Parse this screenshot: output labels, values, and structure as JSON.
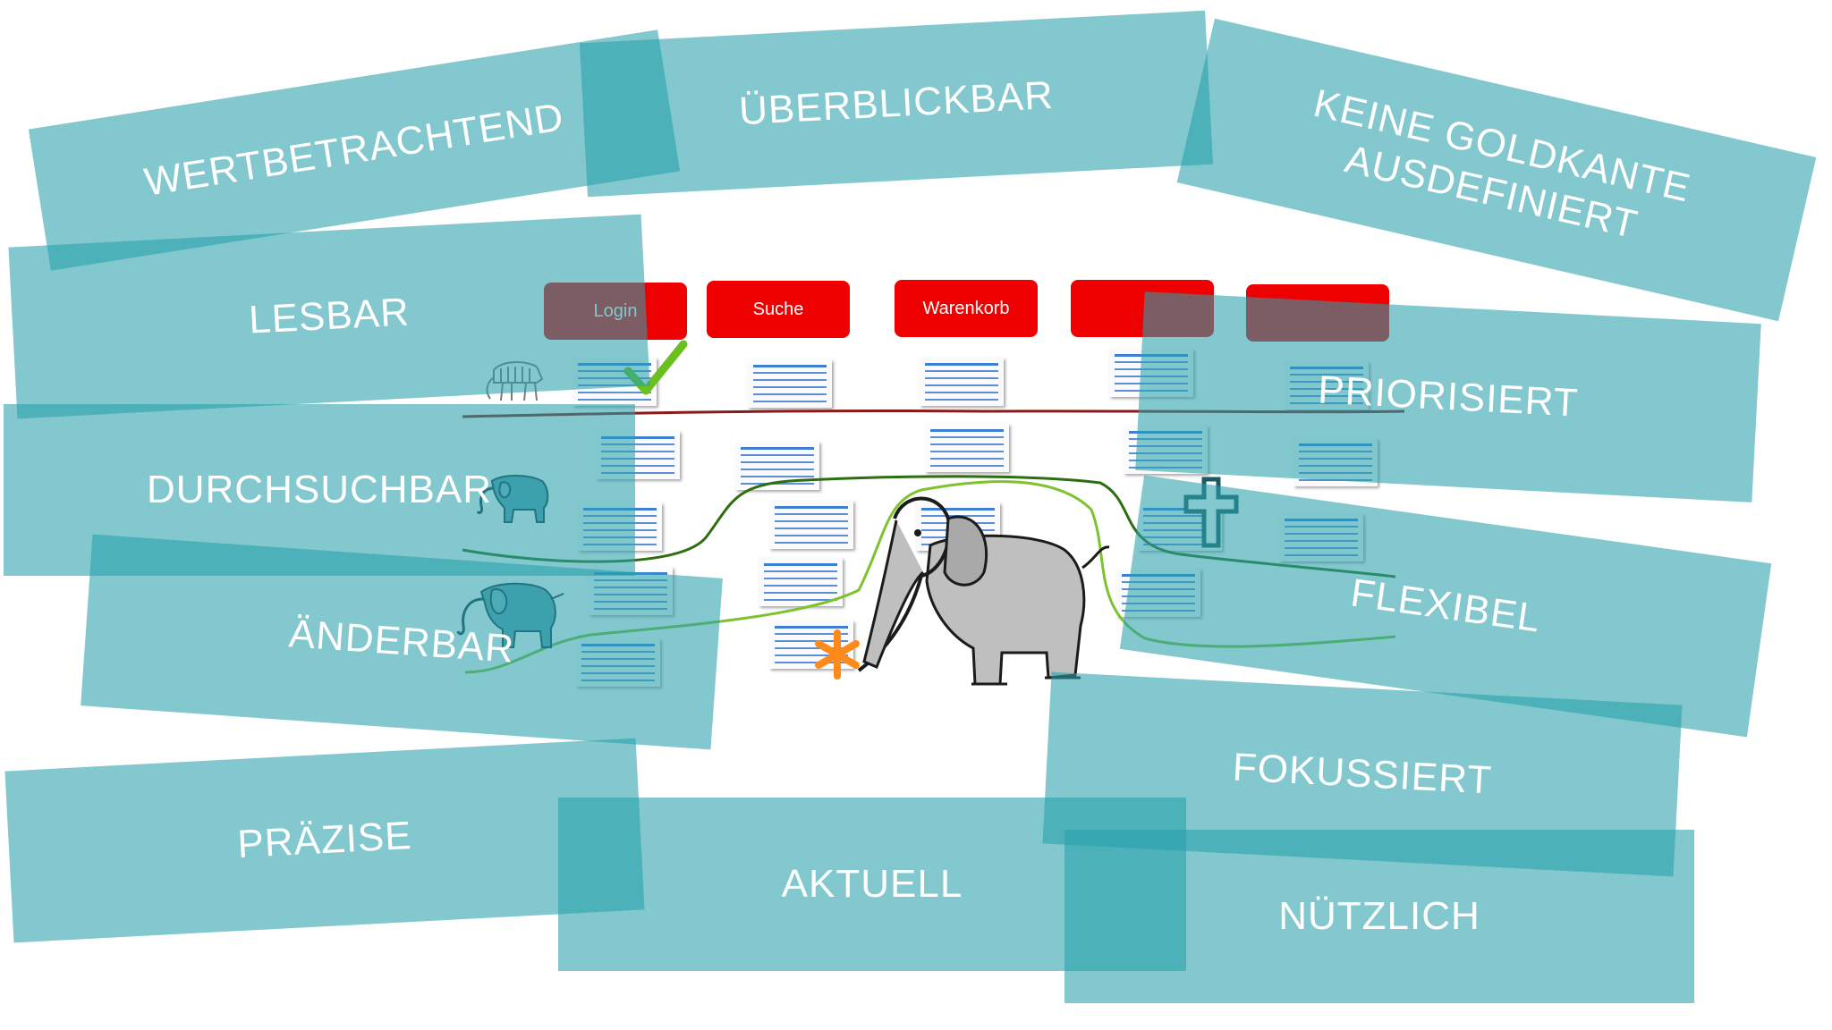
{
  "board": {
    "headers": [
      "Login",
      "Suche",
      "Warenkorb",
      "",
      ""
    ],
    "header_color": "#ee0000",
    "card_color": "#28a0aa"
  },
  "qualities": [
    "WERTBETRACHTEND",
    "ÜBERBLICKBAR",
    "KEINE GOLDKANTE\nAUSDEFINIERT",
    "LESBAR",
    "PRIORISIERT",
    "DURCHSUCHBAR",
    "FLEXIBEL",
    "ÄNDERBAR",
    "FOKUSSIERT",
    "PRÄZISE",
    "AKTUELL",
    "NÜTZLICH"
  ],
  "icons": [
    "mammoth-skeleton-icon",
    "small-elephant-icon",
    "elephant-icon",
    "checkmark-icon",
    "cross-icon",
    "asterisk-icon",
    "large-elephant-icon"
  ]
}
